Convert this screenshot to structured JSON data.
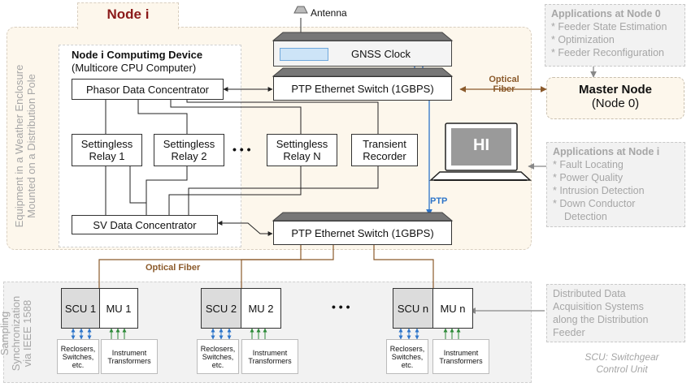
{
  "node_title": "Node i",
  "enclosure_label": [
    "Equipment in a Weather Enclosure",
    "Mounted on a Distribution Pole"
  ],
  "antenna_label": "Antenna",
  "computing_device": {
    "title": "Node i Computimg Device",
    "subtitle": "(Multicore CPU Computer)"
  },
  "gnss_clock": "GNSS Clock",
  "ptp_switch_top": "PTP Ethernet Switch (1GBPS)",
  "ptp_switch_bottom": "PTP Ethernet Switch (1GBPS)",
  "pdc": "Phasor Data Concentrator",
  "relays": [
    {
      "line1": "Settingless",
      "line2": "Relay 1"
    },
    {
      "line1": "Settingless",
      "line2": "Relay 2"
    },
    {
      "line1": "Settingless",
      "line2": "Relay N"
    }
  ],
  "ellipsis": "• • •",
  "transient_recorder": {
    "line1": "Transient",
    "line2": "Recorder"
  },
  "sv_concentrator": "SV Data Concentrator",
  "hi_label": "HI",
  "ptp_label": "PTP",
  "optical_fiber_top": [
    "Optical",
    "Fiber"
  ],
  "optical_fiber_bottom": "Optical Fiber",
  "apps_node0": {
    "title": "Applications at Node 0",
    "items": [
      "* Feeder State Estimation",
      "* Optimization",
      "* Feeder Reconfiguration"
    ]
  },
  "master_node": {
    "title": "Master Node",
    "subtitle": "(Node 0)"
  },
  "apps_nodei": {
    "title": "Applications at Node i",
    "items": [
      "* Fault Locating",
      "* Power Quality",
      "* Intrusion Detection",
      "* Down Conductor",
      "Detection"
    ]
  },
  "sampling_label": [
    "Sampling",
    "Synchronization",
    "via IEEE 1588"
  ],
  "units": [
    {
      "scu": "SCU 1",
      "mu": "MU 1"
    },
    {
      "scu": "SCU 2",
      "mu": "MU 2"
    },
    {
      "scu": "SCU n",
      "mu": "MU n"
    }
  ],
  "units_ellipsis": "• • •",
  "field_devices": {
    "reclosers": [
      "Reclosers,",
      "Switches,",
      "etc."
    ],
    "transformers": [
      "Instrument",
      "Transformers"
    ]
  },
  "distributed_label": [
    "Distributed Data",
    "Acquisition Systems",
    "along the Distribution",
    "Feeder"
  ],
  "scu_note": [
    "SCU: Switchgear",
    "Control Unit"
  ],
  "colors": {
    "node_fill": "#fdf7ec",
    "brown": "#8b5a2b",
    "blue": "#2e75c9",
    "dark_red": "#8b1a1a",
    "gray_text": "#a6a6a6"
  }
}
